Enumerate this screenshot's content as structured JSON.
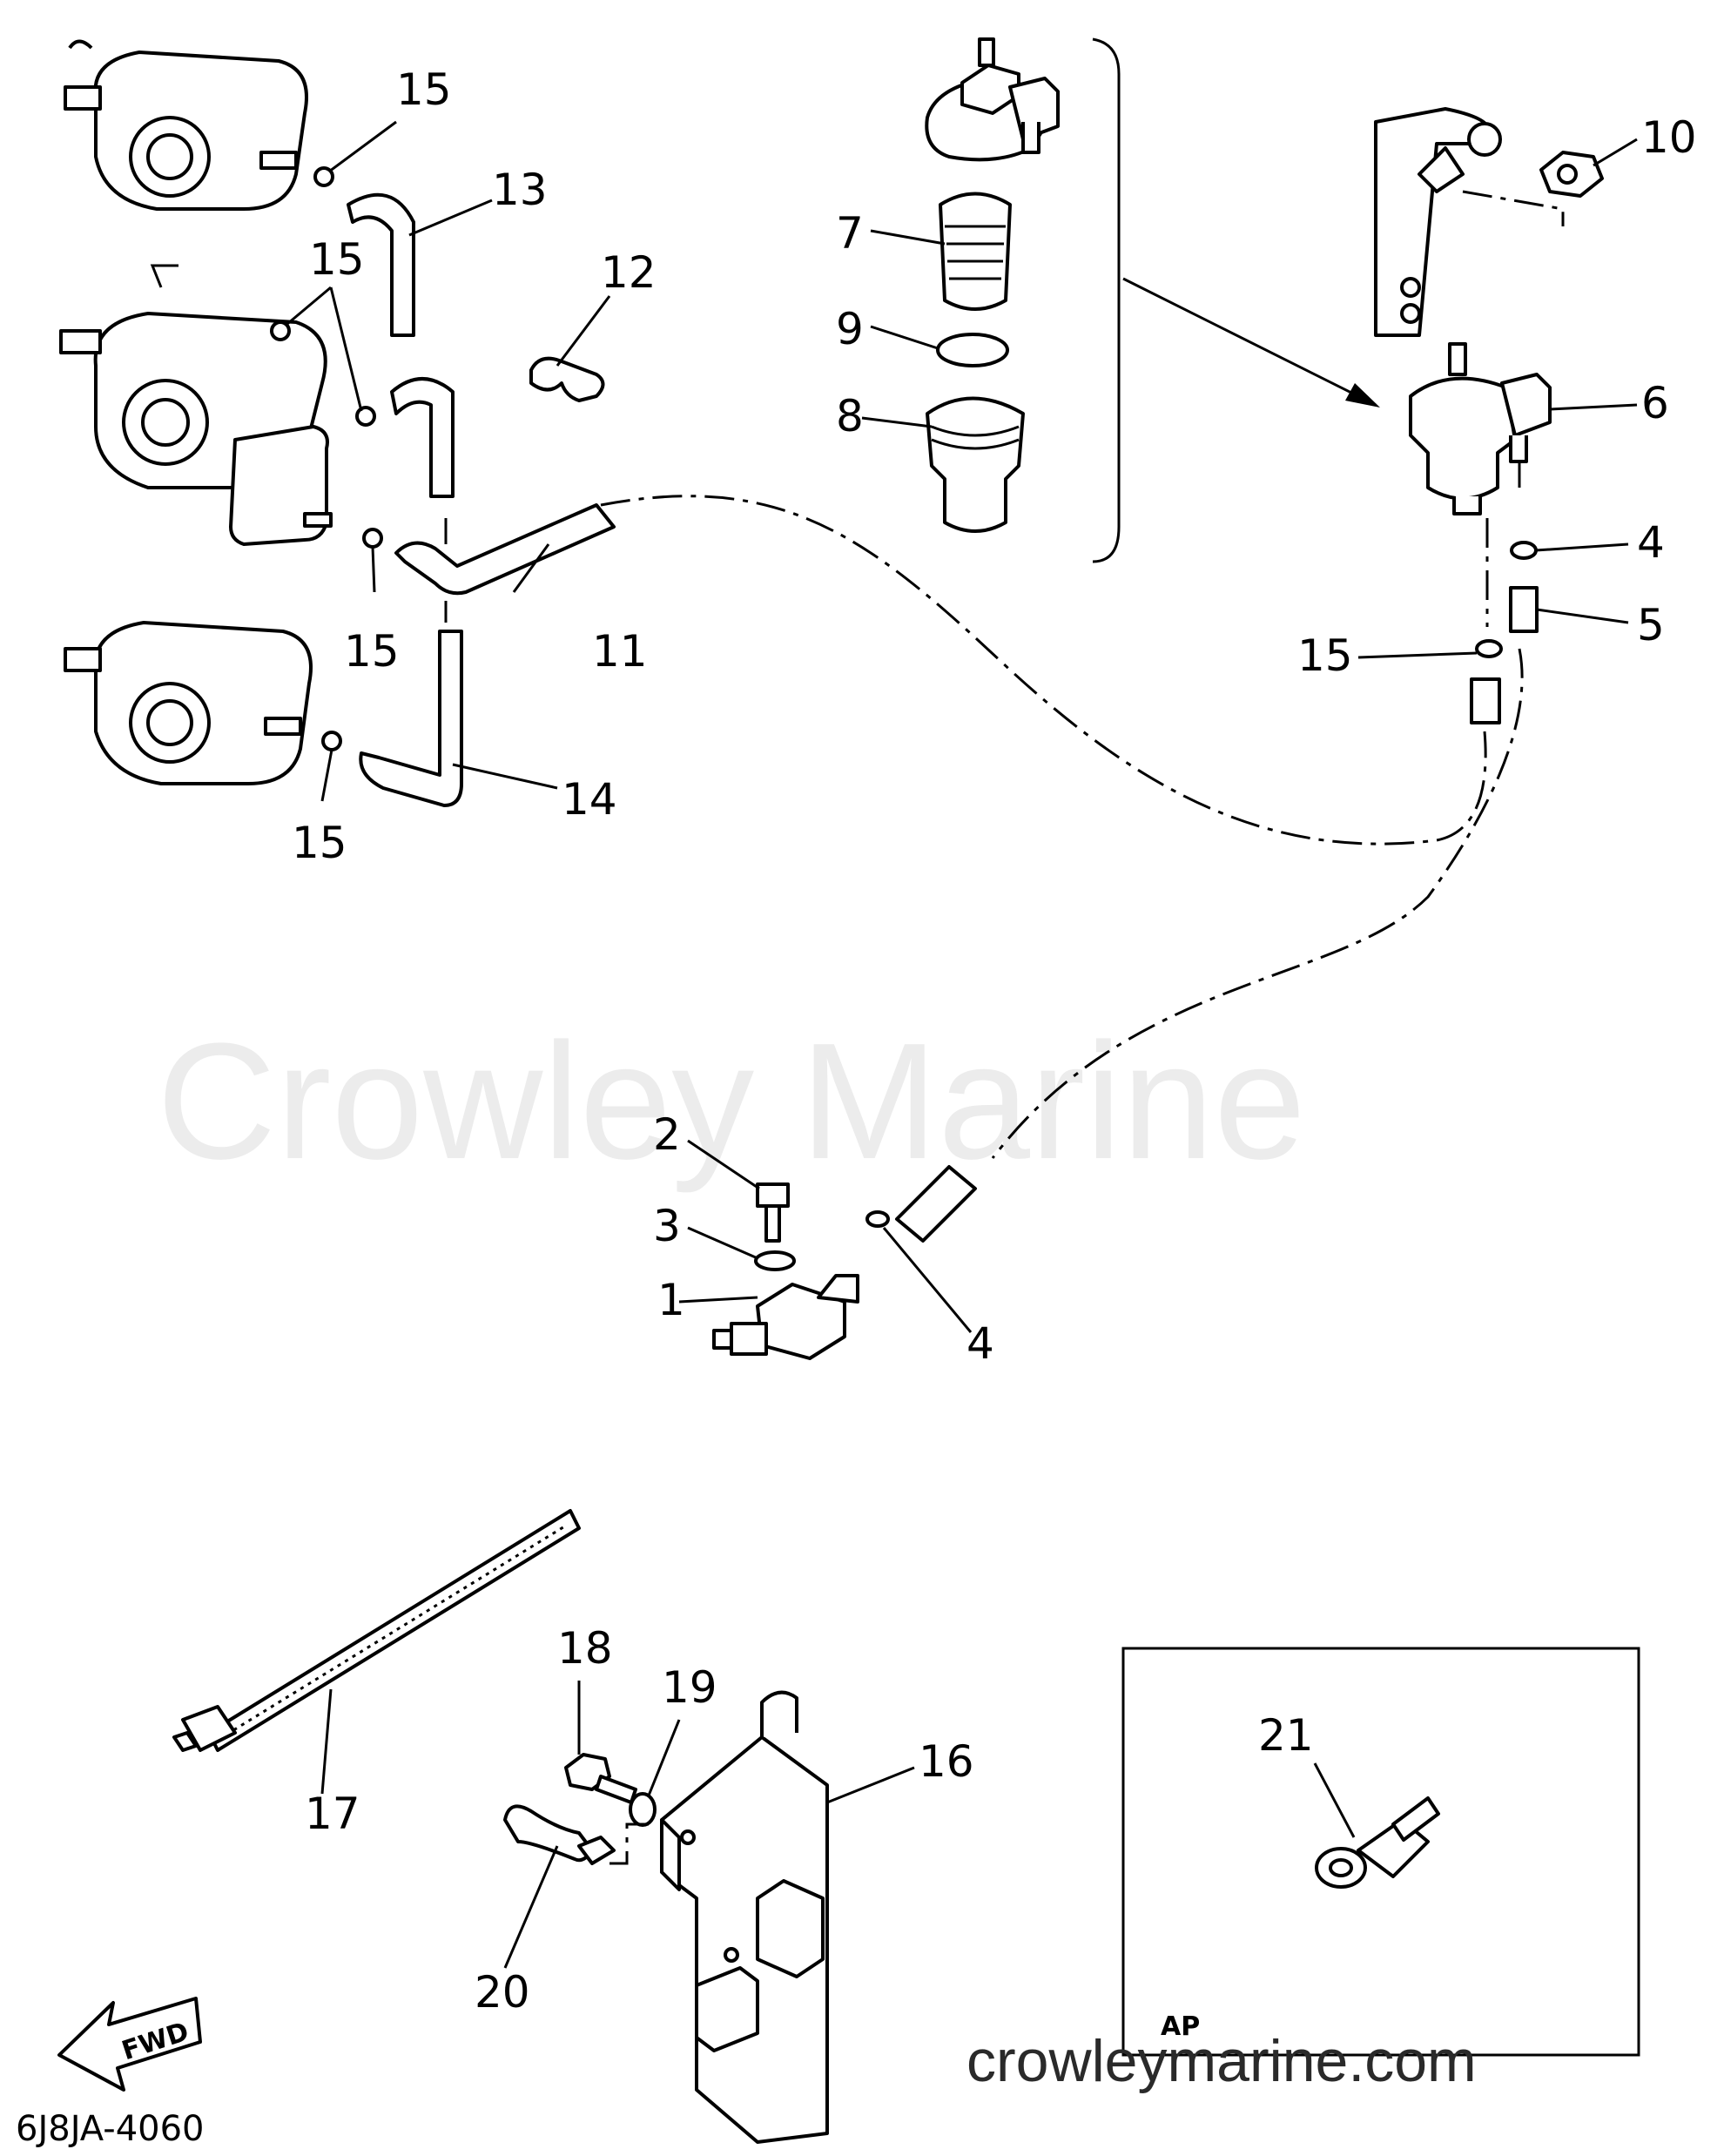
{
  "watermark": "Crowley Marine",
  "site_url": "crowleymarine.com",
  "diagram_code": "6J8JA-4060",
  "inset_tag": "AP",
  "fwd_label": "FWD",
  "callouts": {
    "c1": "1",
    "c2": "2",
    "c3": "3",
    "c4a": "4",
    "c4b": "4",
    "c5": "5",
    "c6": "6",
    "c7": "7",
    "c8": "8",
    "c9": "9",
    "c10": "10",
    "c11": "11",
    "c12": "12",
    "c13": "13",
    "c14": "14",
    "c15a": "15",
    "c15b": "15",
    "c15c": "15",
    "c15d": "15",
    "c15e": "15",
    "c16": "16",
    "c17": "17",
    "c18": "18",
    "c19": "19",
    "c20": "20",
    "c21": "21"
  }
}
